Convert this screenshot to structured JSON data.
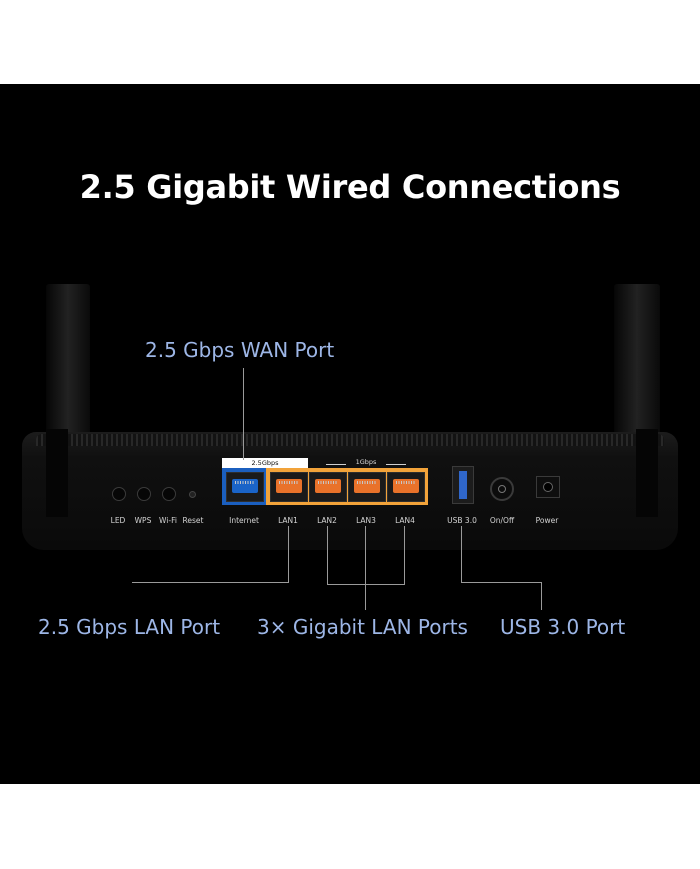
{
  "title": "2.5 Gigabit Wired Connections",
  "callouts": {
    "wan": "2.5 Gbps WAN Port",
    "lan": "2.5 Gbps LAN Port",
    "gigabit_lan": "3× Gigabit LAN Ports",
    "usb": "USB 3.0 Port"
  },
  "panel_labels": {
    "led": "LED",
    "wps": "WPS",
    "wifi": "Wi-Fi",
    "reset": "Reset",
    "internet": "Internet",
    "lan1": "LAN1",
    "lan2": "LAN2",
    "lan3": "LAN3",
    "lan4": "LAN4",
    "usb": "USB 3.0",
    "onoff": "On/Off",
    "power": "Power"
  },
  "speed_labels": {
    "fast": "2.5Gbps",
    "gigabit": "1Gbps"
  },
  "colors": {
    "background": "#000000",
    "callout_text": "#9db6e6",
    "wan_port": "#1a64c8",
    "lan_port": "#e9722a",
    "port_panel": "#f2a33a"
  }
}
